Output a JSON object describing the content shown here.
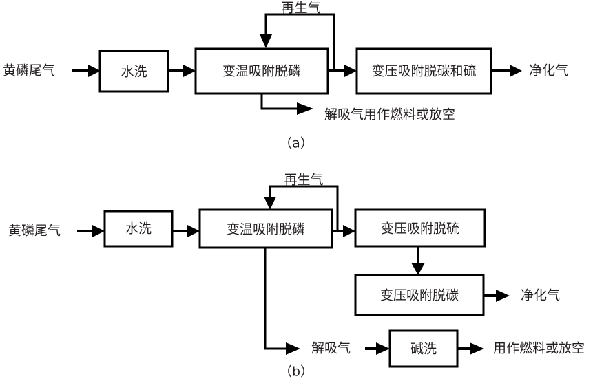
{
  "figure": {
    "title_present": false,
    "background_color": "#ffffff",
    "line_color": "#000000",
    "text_color": "#231f20",
    "panels": [
      {
        "id": "panel-a",
        "caption": "（a）",
        "nodes": [
          {
            "id": "a-input",
            "label": "黄磷尾气",
            "kind": "free-text"
          },
          {
            "id": "a-wash",
            "label": "水洗",
            "kind": "process-box"
          },
          {
            "id": "a-tsa",
            "label": "变温吸附脱磷",
            "kind": "process-box"
          },
          {
            "id": "a-psa",
            "label": "变压吸附脱碳和硫",
            "kind": "process-box"
          },
          {
            "id": "a-output",
            "label": "净化气",
            "kind": "free-text"
          },
          {
            "id": "a-recycle",
            "label": "再生气",
            "kind": "free-text"
          },
          {
            "id": "a-desorb",
            "label": "解吸气用作燃料或放空",
            "kind": "free-text"
          }
        ]
      },
      {
        "id": "panel-b",
        "caption": "（b）",
        "nodes": [
          {
            "id": "b-input",
            "label": "黄磷尾气",
            "kind": "free-text"
          },
          {
            "id": "b-wash",
            "label": "水洗",
            "kind": "process-box"
          },
          {
            "id": "b-tsa",
            "label": "变温吸附脱磷",
            "kind": "process-box"
          },
          {
            "id": "b-psa-s",
            "label": "变压吸附脱硫",
            "kind": "process-box"
          },
          {
            "id": "b-psa-c",
            "label": "变压吸附脱碳",
            "kind": "process-box"
          },
          {
            "id": "b-output",
            "label": "净化气",
            "kind": "free-text"
          },
          {
            "id": "b-recycle",
            "label": "再生气",
            "kind": "free-text"
          },
          {
            "id": "b-desorb",
            "label": "解吸气",
            "kind": "free-text"
          },
          {
            "id": "b-alkali",
            "label": "碱洗",
            "kind": "process-box"
          },
          {
            "id": "b-fuel",
            "label": "用作燃料或放空",
            "kind": "free-text"
          }
        ]
      }
    ]
  }
}
